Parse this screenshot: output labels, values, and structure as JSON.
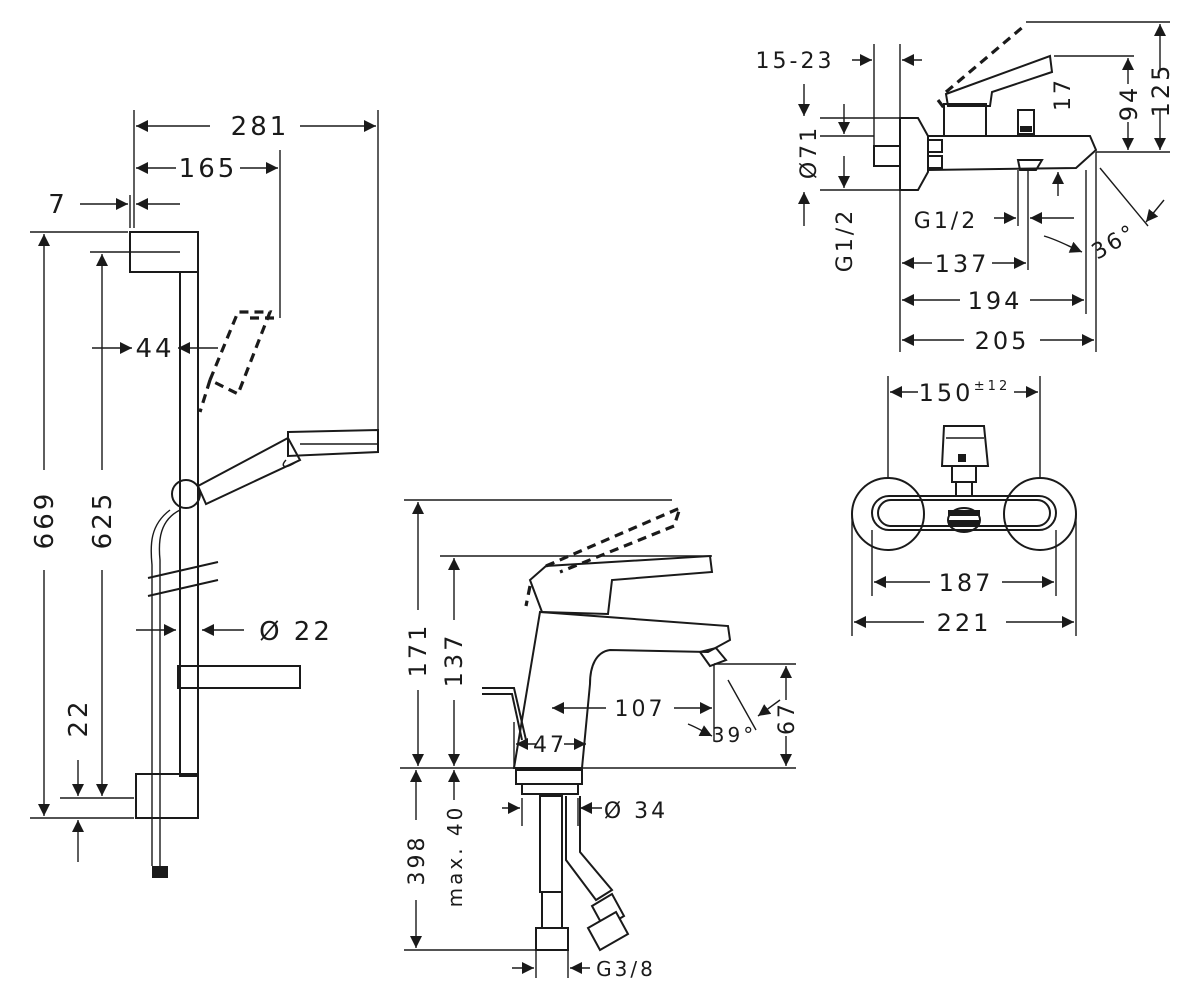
{
  "shower_set": {
    "dims": {
      "overall_width": "281",
      "holder_reach": "165",
      "clamp_offset": "7",
      "rail_spacing": "44",
      "overall_height": "669",
      "bar_height": "625",
      "bar_diameter": "Ø 22",
      "bottom_offset": "22"
    }
  },
  "basin_mixer": {
    "dims": {
      "total_height": "171",
      "spout_height": "137",
      "spout_reach": "107",
      "spout_angle": "39°",
      "outlet_height": "67",
      "base_width": "47",
      "hole_diameter": "Ø 34",
      "hose_length": "398",
      "max_thickness": "max. 40",
      "connection": "G3/8"
    }
  },
  "bath_mixer_side": {
    "dims": {
      "offset_range": "15-23",
      "total_height": "125",
      "lever_height": "94",
      "outlet_drop": "17",
      "escutcheon_diameter": "Ø71",
      "wall_thread": "G1/2",
      "diverter_thread": "G1/2",
      "angle": "36°",
      "reach_137": "137",
      "reach_194": "194",
      "reach_205": "205"
    }
  },
  "bath_mixer_front": {
    "dims": {
      "centre_distance": "150",
      "centre_tolerance": "±12",
      "inner_width": "187",
      "outer_width": "221"
    }
  }
}
